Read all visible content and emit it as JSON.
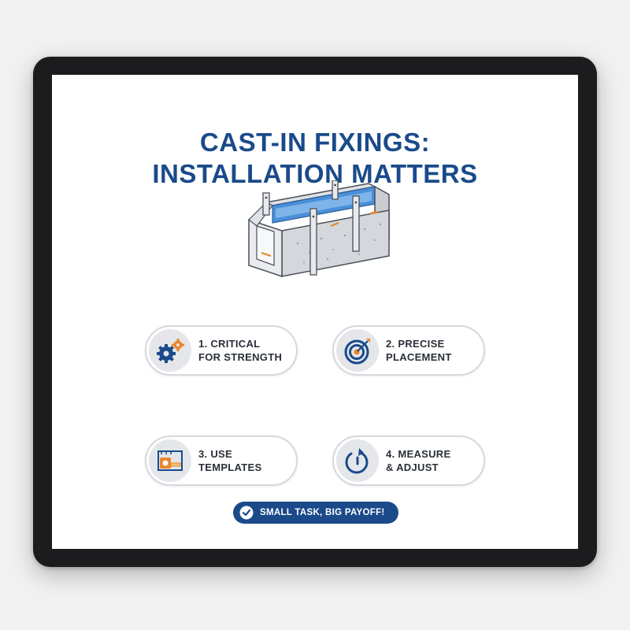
{
  "title": {
    "line1": "CAST-IN FIXINGS:",
    "line2": "INSTALLATION MATTERS"
  },
  "hero": {
    "icon": "concrete-beam-with-cast-in-channel"
  },
  "cards": [
    {
      "line1": "1. CRITICAL",
      "line2": "FOR STRENGTH",
      "icon": "gears-icon"
    },
    {
      "line1": "2. PRECISE",
      "line2": "PLACEMENT",
      "icon": "target-icon"
    },
    {
      "line1": "3. USE",
      "line2": "TEMPLATES",
      "icon": "template-tape-icon"
    },
    {
      "line1": "4. MEASURE",
      "line2": "& ADJUST",
      "icon": "adjust-dial-icon"
    }
  ],
  "badge": {
    "label": "SMALL TASK, BIG PAYOFF!",
    "icon": "check-circle-icon"
  },
  "colors": {
    "brand_blue": "#1a4a8a",
    "accent_orange": "#e8862a",
    "frame": "#1c1c1e"
  }
}
